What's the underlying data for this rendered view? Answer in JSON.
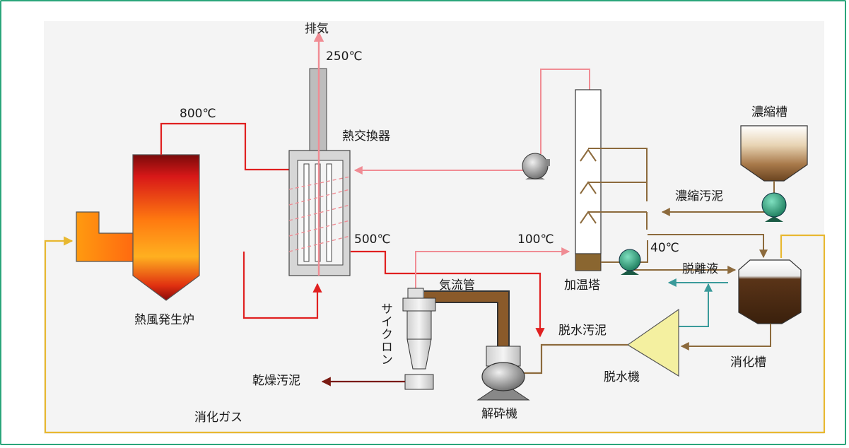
{
  "labels": {
    "exhaust": "排気",
    "temp_250": "250℃",
    "temp_800": "800℃",
    "heat_exchanger": "熱交換器",
    "temp_500": "500℃",
    "temp_100": "100℃",
    "temp_40": "40℃",
    "hot_air_furnace": "熱風発生炉",
    "airflow_pipe": "気流管",
    "cyclone": "サイクロン",
    "crusher": "解砕機",
    "dried_sludge": "乾燥汚泥",
    "digestion_gas": "消化ガス",
    "heating_tower": "加温塔",
    "thickening_tank": "濃縮槽",
    "thickened_sludge": "濃縮汚泥",
    "separated_liquid": "脱離液",
    "digestion_tank": "消化槽",
    "dewatered_sludge": "脱水汚泥",
    "dewatering_machine": "脱水機"
  },
  "colors": {
    "hot_gas": "#e02020",
    "warm_gas": "#f08c94",
    "sludge": "#8c6a3c",
    "dried": "#7a1a12",
    "liquid": "#3a9a9a",
    "digestion_gas": "#e8b830",
    "frame": "#2aa57a"
  }
}
